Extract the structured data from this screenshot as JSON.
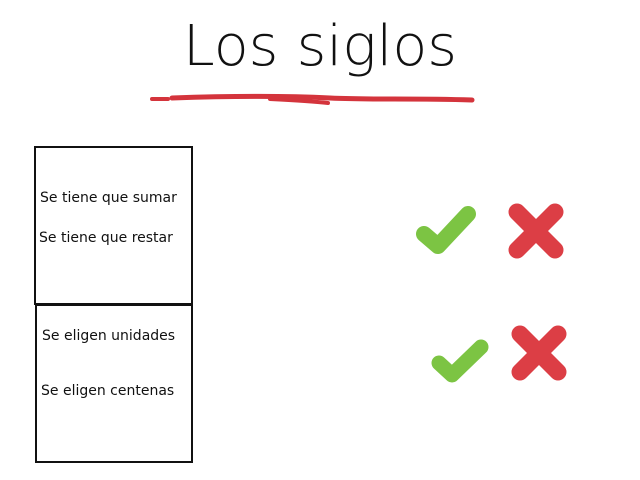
{
  "title": "Los siglos",
  "colors": {
    "underline": "#d4343c",
    "check": "#7cc443",
    "cross": "#dc3e45",
    "box_border": "#111111"
  },
  "question_1": {
    "options": [
      "Se tiene que sumar",
      "Se tiene que restar"
    ],
    "icons": [
      "check-icon",
      "cross-icon"
    ]
  },
  "question_2": {
    "options": [
      "Se eligen unidades",
      "Se eligen centenas"
    ],
    "icons": [
      "check-icon",
      "cross-icon"
    ]
  }
}
